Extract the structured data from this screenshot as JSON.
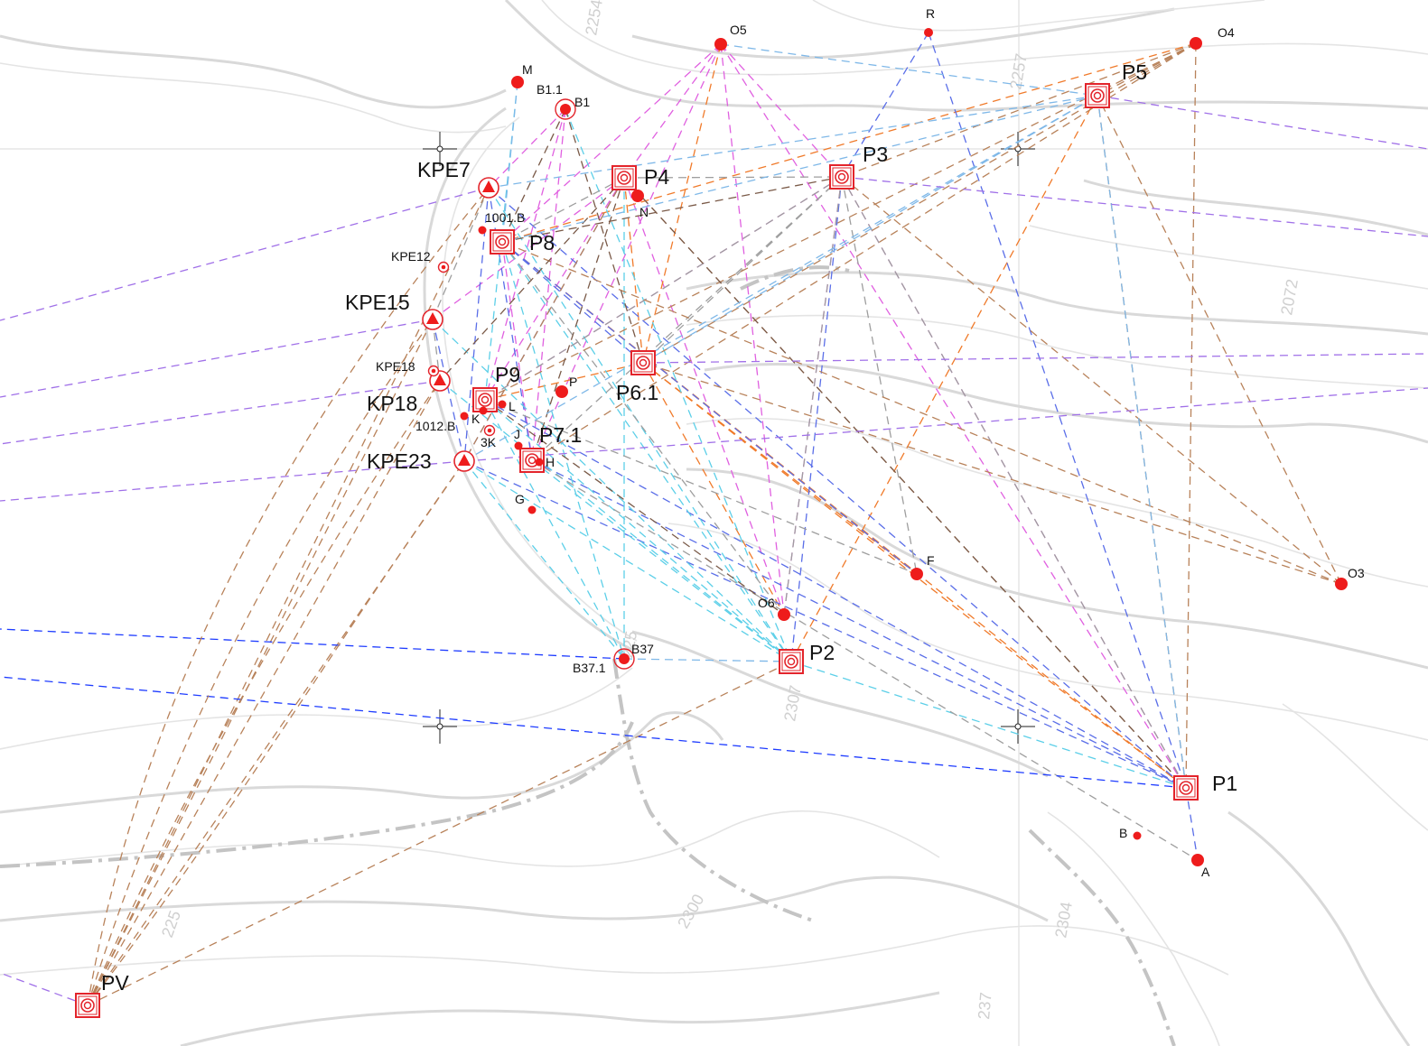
{
  "map": {
    "stations": [
      {
        "id": "P1",
        "label": "P1"
      },
      {
        "id": "P2",
        "label": "P2"
      },
      {
        "id": "P3",
        "label": "P3"
      },
      {
        "id": "P4",
        "label": "P4"
      },
      {
        "id": "P5",
        "label": "P5"
      },
      {
        "id": "P6.1",
        "label": "P6.1"
      },
      {
        "id": "P7.1",
        "label": "P7.1"
      },
      {
        "id": "P8",
        "label": "P8"
      },
      {
        "id": "P9",
        "label": "P9"
      },
      {
        "id": "PV",
        "label": "PV"
      }
    ],
    "control_points": [
      {
        "id": "KPE7",
        "label": "KPE7"
      },
      {
        "id": "KPE15",
        "label": "KPE15"
      },
      {
        "id": "KP18",
        "label": "KP18"
      },
      {
        "id": "KPE23",
        "label": "KPE23"
      },
      {
        "id": "KPE12",
        "label": "KPE12"
      },
      {
        "id": "KPE18",
        "label": "KPE18"
      },
      {
        "id": "B1",
        "label": "B1"
      },
      {
        "id": "B1.1",
        "label": "B1.1"
      },
      {
        "id": "B37",
        "label": "B37"
      },
      {
        "id": "B37.1",
        "label": "B37.1"
      },
      {
        "id": "1001.B",
        "label": "1001.B"
      },
      {
        "id": "1012.B",
        "label": "1012.B"
      },
      {
        "id": "3K",
        "label": "3K"
      }
    ],
    "targets": [
      {
        "id": "M",
        "label": "M"
      },
      {
        "id": "O5",
        "label": "O5"
      },
      {
        "id": "R",
        "label": "R"
      },
      {
        "id": "O4",
        "label": "O4"
      },
      {
        "id": "O3",
        "label": "O3"
      },
      {
        "id": "O6",
        "label": "O6"
      },
      {
        "id": "N",
        "label": "N"
      },
      {
        "id": "P",
        "label": "P"
      },
      {
        "id": "L",
        "label": "L"
      },
      {
        "id": "K",
        "label": "K"
      },
      {
        "id": "J",
        "label": "J"
      },
      {
        "id": "H",
        "label": "H"
      },
      {
        "id": "G",
        "label": "G"
      },
      {
        "id": "F",
        "label": "F"
      },
      {
        "id": "A",
        "label": "A"
      },
      {
        "id": "B",
        "label": "B"
      }
    ],
    "elevation_labels": [
      "2254",
      "2257",
      "2072",
      "2300",
      "2304",
      "225",
      "2307",
      "237",
      "225"
    ],
    "colors": {
      "point": "#ee1c1c",
      "symbol": "#e3242b",
      "background_map": "#d0d0d0",
      "lines": [
        "#f07a2a",
        "#e060e0",
        "#5a6ee8",
        "#5ccfe8",
        "#9e9e9e",
        "#b8825a",
        "#1e3cff",
        "#a070e8",
        "#7fb8e8",
        "#7a5a48"
      ]
    }
  }
}
